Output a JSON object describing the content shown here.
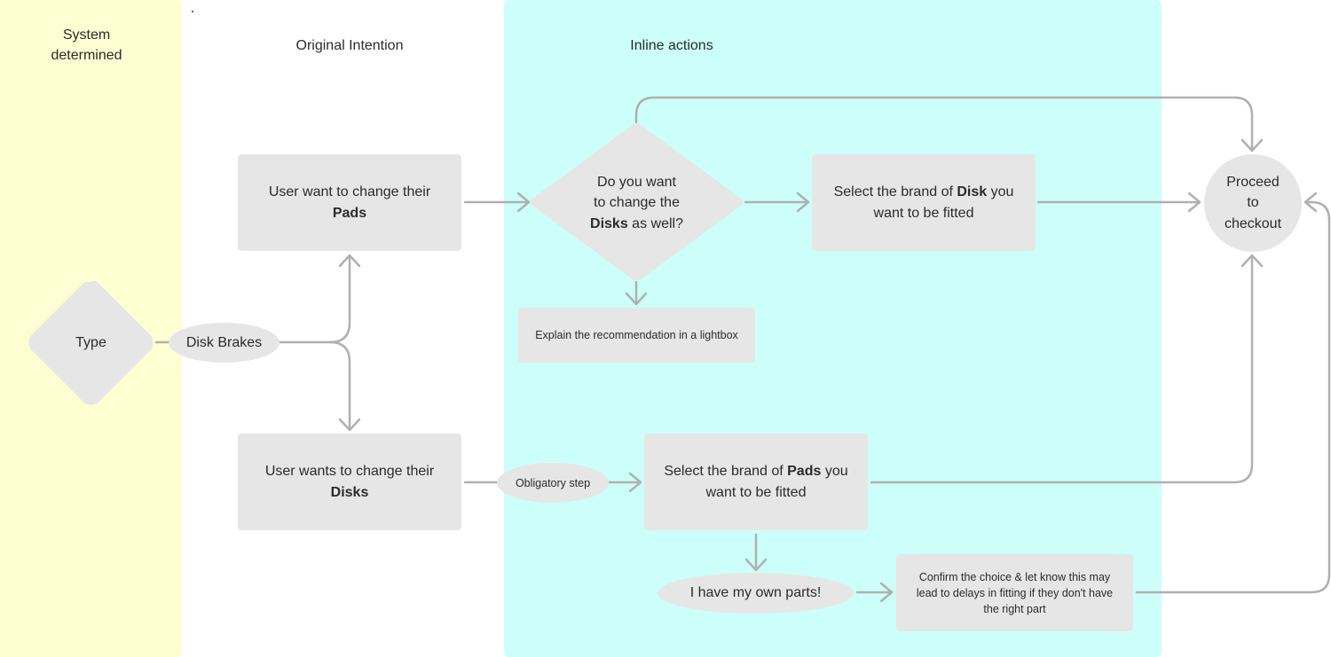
{
  "lanes": {
    "system": {
      "title_line1": "System",
      "title_line2": "determined"
    },
    "original": {
      "title": "Original Intention"
    },
    "inline": {
      "title": "Inline actions"
    }
  },
  "nodes": {
    "type": {
      "label": "Type"
    },
    "disk_brakes": {
      "label": "Disk Brakes"
    },
    "change_pads": {
      "text": "User want to change their",
      "bold": "Pads"
    },
    "change_disks": {
      "text": "User wants to change their",
      "bold": "Disks"
    },
    "question": {
      "line1": "Do you want",
      "line2": "to change the",
      "bold": "Disks",
      "suffix": " as well?"
    },
    "explain": {
      "label": "Explain the recommendation in a lightbox"
    },
    "select_disk": {
      "prefix": "Select the brand of ",
      "bold": "Disk",
      "suffix": " you",
      "line2": "want to be fitted"
    },
    "obligatory": {
      "label": "Obligatory step"
    },
    "select_pads": {
      "prefix": "Select the brand of ",
      "bold": "Pads",
      "suffix": " you",
      "line2": "want to be fitted"
    },
    "own_parts": {
      "label": "I have my own parts!"
    },
    "confirm": {
      "label": "Confirm the choice & let know this may lead to delays in fitting if they don't have the right part"
    },
    "checkout": {
      "line1": "Proceed",
      "line2": "to",
      "line3": "checkout"
    }
  },
  "colors": {
    "system_lane": "#fdffd2",
    "inline_lane": "#ccfffa",
    "node_fill": "#e6e6e6",
    "connector": "#b0b0b0"
  }
}
